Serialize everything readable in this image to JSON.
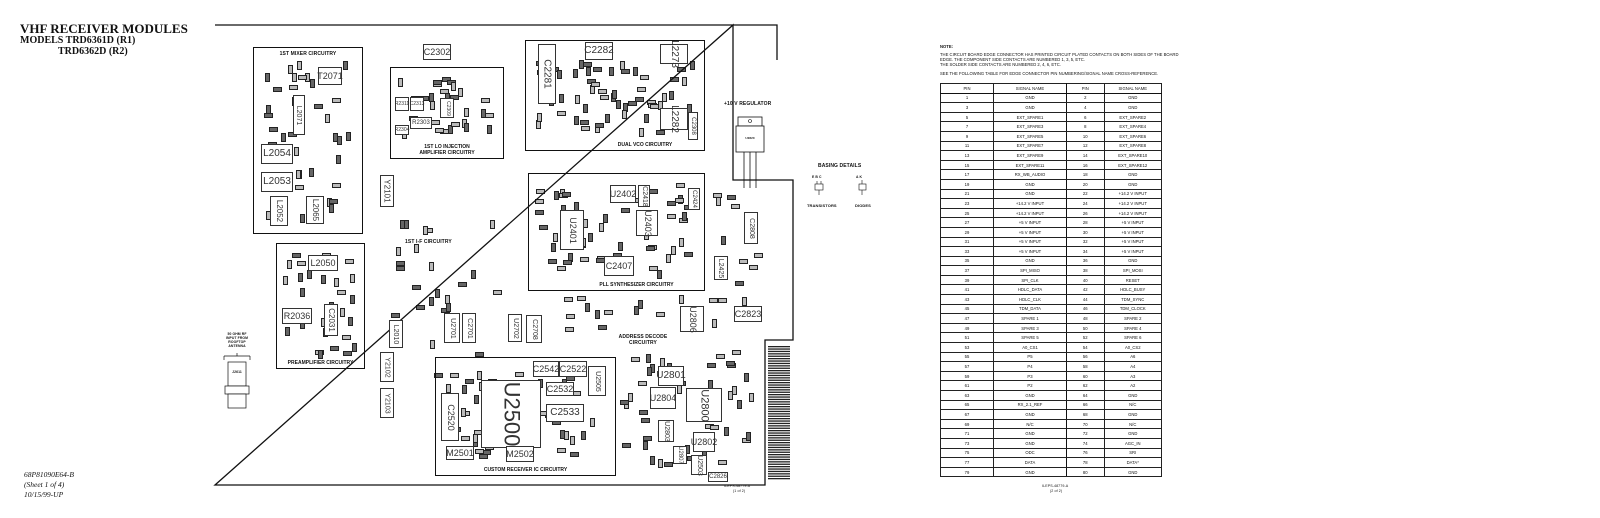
{
  "header": {
    "title": "VHF RECEIVER MODULES",
    "models_line1": "MODELS TRD6361D (R1)",
    "models_line2": "TRD6362D (R2)"
  },
  "footer": {
    "doc_number": "68P81090E64-B",
    "sheet": "(Sheet 1 of 4)",
    "date": "10/15/99-UP"
  },
  "board": {
    "sections": {
      "first_mixer": "1ST MIXER CIRCUITRY",
      "first_lo": "1ST LO INJECTION AMPLIFIER CIRCUITRY",
      "dual_vco": "DUAL VCO CIRCUITRY",
      "pll": "PLL SYNTHESIZER CIRCUITRY",
      "preamp": "PREAMPLIFIER CIRCUITRY",
      "custom_rx": "CUSTOM RECEIVER IC CIRCUITRY",
      "first_if": "1ST I-F CIRCUITRY",
      "address_decode": "ADDRESS DECODE CIRCUITRY"
    },
    "rf_input_note": "50 OHM RF INPUT FROM ROOFTOP ANTENNA",
    "connector_label": "J2611",
    "regulator_title": "+10 V REGULATOR",
    "regulator_part": "U2820",
    "basing_title": "BASING DETAILS",
    "transistors_label": "TRANSISTORS",
    "transistor_pins": "E B C",
    "diodes_label": "DIODES",
    "diode_pins": "A K",
    "art_ref_1": "ILEPS-48779-A",
    "art_sheet_1": "(1 of 2)",
    "components": [
      "C2302",
      "C2281",
      "C2282",
      "L2273",
      "L2282",
      "C2308",
      "T2071",
      "L2071",
      "L2054",
      "L2053",
      "L2052",
      "L2065",
      "R2311",
      "C2313",
      "R2303",
      "C2309",
      "R2304",
      "Y2101",
      "L2050",
      "R2036",
      "C2031",
      "L2010",
      "U2701",
      "C2701",
      "U2702",
      "C2708",
      "Y2102",
      "Y2103",
      "U2402",
      "C2418",
      "U2401",
      "U2403",
      "C2407",
      "C2424",
      "C2808",
      "L2425",
      "U2500",
      "C2520",
      "C2542",
      "C2522",
      "C2532",
      "C2533",
      "M2501",
      "M2502",
      "U2505",
      "U2801",
      "U2800",
      "U2804",
      "U2803",
      "U2802",
      "U2503",
      "C2823",
      "U2806",
      "U2807",
      "C2826"
    ]
  },
  "notes": {
    "heading": "NOTE:",
    "line1": "THE CIRCUIT BOARD EDGE CONNECTOR HAS PRINTED CIRCUIT PLATED CONTACTS ON BOTH SIDES OF THE BOARD",
    "line2": "EDGE. THE COMPONENT SIDE CONTACTS ARE NUMBERED 1, 3, 5, ETC.",
    "line3": "THE SOLDER SIDE CONTACTS ARE NUMBERED 2, 4, 6, ETC.",
    "line4": "SEE THE FOLLOWING TABLE FOR EDGE CONNECTOR PIN NUMBERING/SIGNAL NAME CROSS-REFERENCE."
  },
  "pin_table": {
    "headers": [
      "PIN",
      "SIGNAL NAME",
      "PIN",
      "SIGNAL NAME"
    ],
    "rows": [
      [
        "1",
        "GND",
        "2",
        "GND"
      ],
      [
        "3",
        "GND",
        "4",
        "GND"
      ],
      [
        "5",
        "EXT_SPARE1",
        "6",
        "EXT_SPARE2"
      ],
      [
        "7",
        "EXT_SPARE3",
        "8",
        "EXT_SPARE4"
      ],
      [
        "9",
        "EXT_SPARE5",
        "10",
        "EXT_SPARE6"
      ],
      [
        "11",
        "EXT_SPARE7",
        "12",
        "EXT_SPARE8"
      ],
      [
        "13",
        "EXT_SPARE9",
        "14",
        "EXT_SPARE10"
      ],
      [
        "15",
        "EXT_SPARE11",
        "16",
        "EXT_SPARE12"
      ],
      [
        "17",
        "RX_WB_AUDIO",
        "18",
        "GND"
      ],
      [
        "19",
        "GND",
        "20",
        "GND"
      ],
      [
        "21",
        "GND",
        "22",
        "+14.2 V INPUT"
      ],
      [
        "23",
        "+14.2 V INPUT",
        "24",
        "+14.2 V INPUT"
      ],
      [
        "25",
        "+14.2 V INPUT",
        "26",
        "+14.2 V INPUT"
      ],
      [
        "27",
        "+5 V INPUT",
        "28",
        "+5 V INPUT"
      ],
      [
        "29",
        "+5 V INPUT",
        "30",
        "+5 V INPUT"
      ],
      [
        "31",
        "+5 V INPUT",
        "32",
        "+5 V INPUT"
      ],
      [
        "33",
        "+5 V INPUT",
        "34",
        "+5 V INPUT"
      ],
      [
        "35",
        "GND",
        "36",
        "GND"
      ],
      [
        "37",
        "SPI_MISO",
        "38",
        "SPI_MOSI"
      ],
      [
        "39",
        "SPI_CLK",
        "40",
        "RESET"
      ],
      [
        "41",
        "HDLC_DATA",
        "42",
        "HDLC_BUSY"
      ],
      [
        "43",
        "HDLC_CLK",
        "44",
        "TDM_SYNC"
      ],
      [
        "45",
        "TDM_DATA",
        "46",
        "TDM_CLOCK"
      ],
      [
        "47",
        "SPARE 1",
        "48",
        "SPARE 2"
      ],
      [
        "49",
        "SPARE 3",
        "50",
        "SPARE 4"
      ],
      [
        "51",
        "SPARE 5",
        "52",
        "SPARE 6"
      ],
      [
        "53",
        "A0_CS1",
        "54",
        "A0_CS2"
      ],
      [
        "55",
        "P5",
        "56",
        "A6"
      ],
      [
        "57",
        "P4",
        "58",
        "A4"
      ],
      [
        "59",
        "P3",
        "60",
        "A3"
      ],
      [
        "61",
        "P2",
        "62",
        "A2"
      ],
      [
        "63",
        "GND",
        "64",
        "GND"
      ],
      [
        "65",
        "RX_2.1_REF",
        "66",
        "N/C"
      ],
      [
        "67",
        "GND",
        "68",
        "GND"
      ],
      [
        "69",
        "N/C",
        "70",
        "N/C"
      ],
      [
        "71",
        "GND",
        "72",
        "GND"
      ],
      [
        "73",
        "GND",
        "74",
        "AGC_IN"
      ],
      [
        "75",
        "ODC",
        "76",
        "SRI"
      ],
      [
        "77",
        "DATA",
        "78",
        "DATA*"
      ],
      [
        "79",
        "GND",
        "80",
        "GND"
      ]
    ],
    "art_ref": "ILEPS-48779-A",
    "art_sheet": "(2 of 2)"
  }
}
